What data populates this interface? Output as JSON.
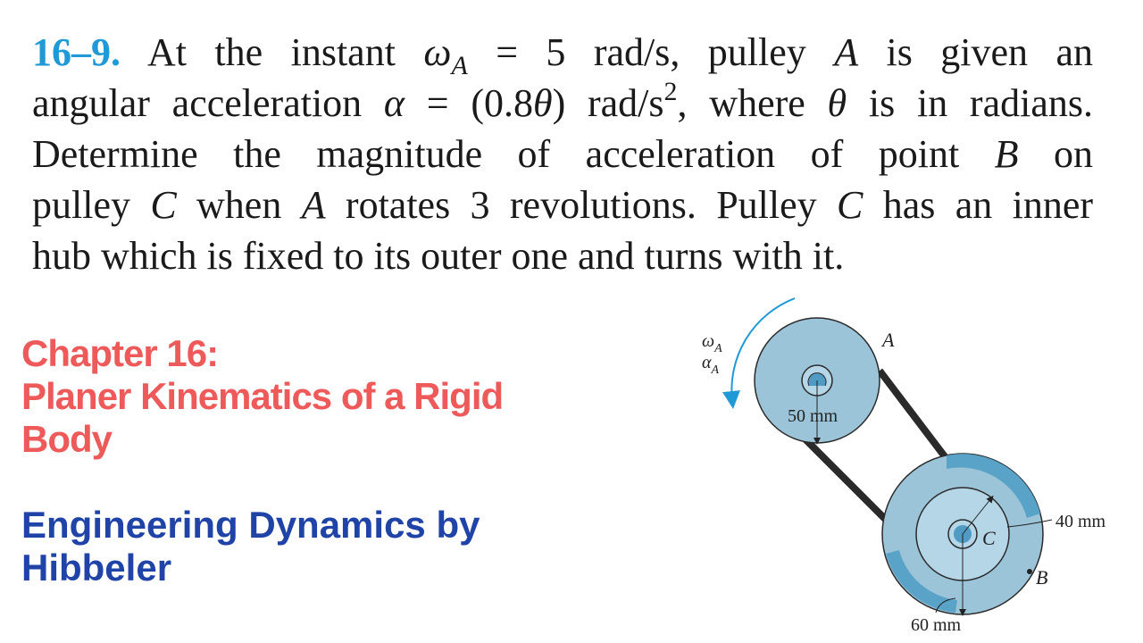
{
  "problem": {
    "number": "16–9.",
    "line1_intro": "At the instant ",
    "omega_symbol": "ω",
    "omega_sub": "A",
    "line1_eq": " = 5 rad/s, pulley ",
    "pulley_A": "A",
    "line1_end": " is given an",
    "line2_start": "angular acceleration ",
    "alpha_symbol": "α",
    "line2_eq": " = (0.8",
    "theta_symbol": "θ",
    "line2_units": ") rad/s",
    "sq": "2",
    "line2_mid": ", where ",
    "line2_end": " is in radians.",
    "line3_start": "Determine the magnitude of acceleration of point ",
    "point_B": "B",
    "line3_end": " on",
    "line4_start": "pulley ",
    "pulley_C": "C",
    "line4_mid1": " when ",
    "line4_mid2": " rotates 3 revolutions. Pulley ",
    "line4_end": " has an inner",
    "line5": "hub which is fixed to its outer one and turns with it."
  },
  "chapter": {
    "line1": "Chapter 16:",
    "line2": "Planer Kinematics of a Rigid",
    "line3": "Body"
  },
  "book": {
    "line1": "Engineering Dynamics by",
    "line2": "Hibbeler"
  },
  "figure": {
    "omega_label": "ω",
    "omega_sub": "A",
    "alpha_label": "α",
    "alpha_sub": "A",
    "pulley_a_label": "A",
    "pulley_c_label": "C",
    "point_b_label": "B",
    "dim_50": "50 mm",
    "dim_40": "40 mm",
    "dim_60": "60 mm",
    "colors": {
      "pulley_fill": "#9cc4d9",
      "hub_fill": "#b5d6e6",
      "shade": "#5aa3c8",
      "belt": "#2a2a2a",
      "arrow": "#1f9ad6"
    }
  }
}
